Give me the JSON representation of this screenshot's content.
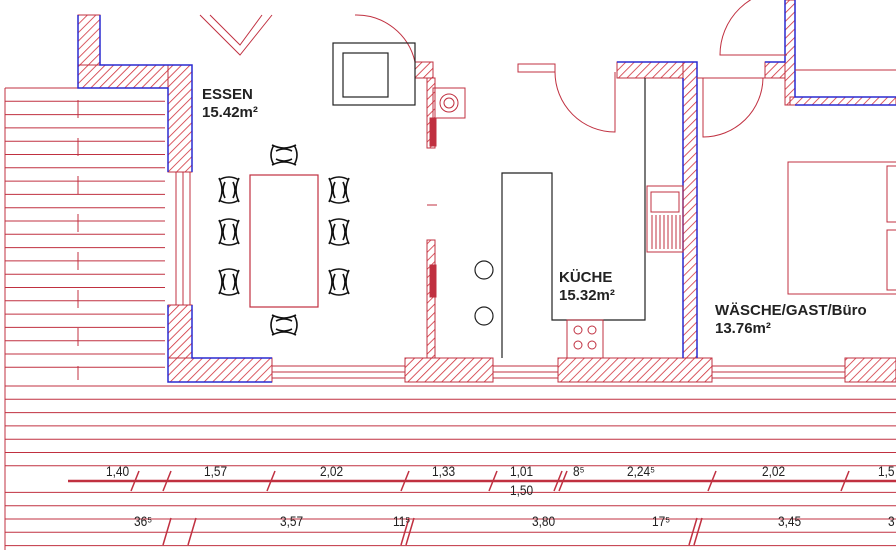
{
  "rooms": [
    {
      "name": "ESSEN",
      "area": "15.42m²"
    },
    {
      "name": "KÜCHE",
      "area": "15.32m²"
    },
    {
      "name": "WÄSCHE/GAST/Büro",
      "area": "13.76m²"
    }
  ],
  "dimensions": {
    "row1": [
      "1,40",
      "1,57",
      "2,02",
      "1,33",
      "1,01",
      "8⁵",
      "2,24⁵",
      "2,02",
      "1,5"
    ],
    "row1_sub": "1,50",
    "row2": [
      "36⁵",
      "3,57",
      "11⁵",
      "3,80",
      "17⁵",
      "3,45",
      "3"
    ]
  },
  "colors": {
    "wall_hatch": "#d0303a",
    "wall_outline": "#2a2ad0",
    "line": "#c03040",
    "furniture": "#222222"
  }
}
